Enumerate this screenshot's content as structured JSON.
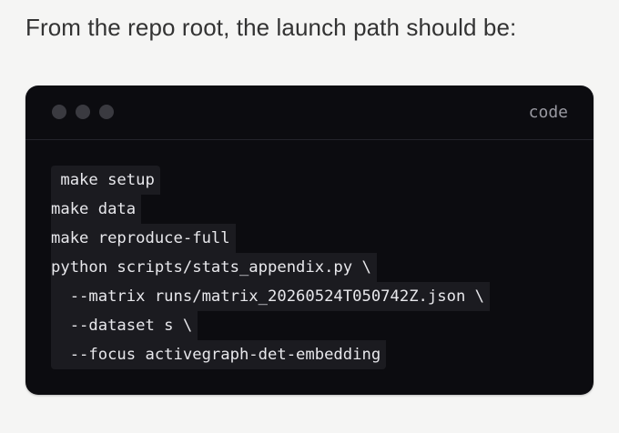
{
  "intro": {
    "text": "From the repo root, the launch path should be:"
  },
  "code_block": {
    "language_label": "code",
    "window_dots": [
      "dot",
      "dot",
      "dot"
    ],
    "lines": [
      " make setup",
      "make data",
      "make reproduce-full",
      "python scripts/stats_appendix.py \\",
      "  --matrix runs/matrix_20260524T050742Z.json \\",
      "  --dataset s \\",
      "  --focus activegraph-det-embedding"
    ]
  },
  "colors": {
    "page_background": "#f5f5f4",
    "code_background": "#0c0c10",
    "code_line_highlight": "#1b1b20",
    "code_text": "#e8e8ec",
    "label_text": "#9a9aa2",
    "window_dot": "#3a3a40"
  }
}
